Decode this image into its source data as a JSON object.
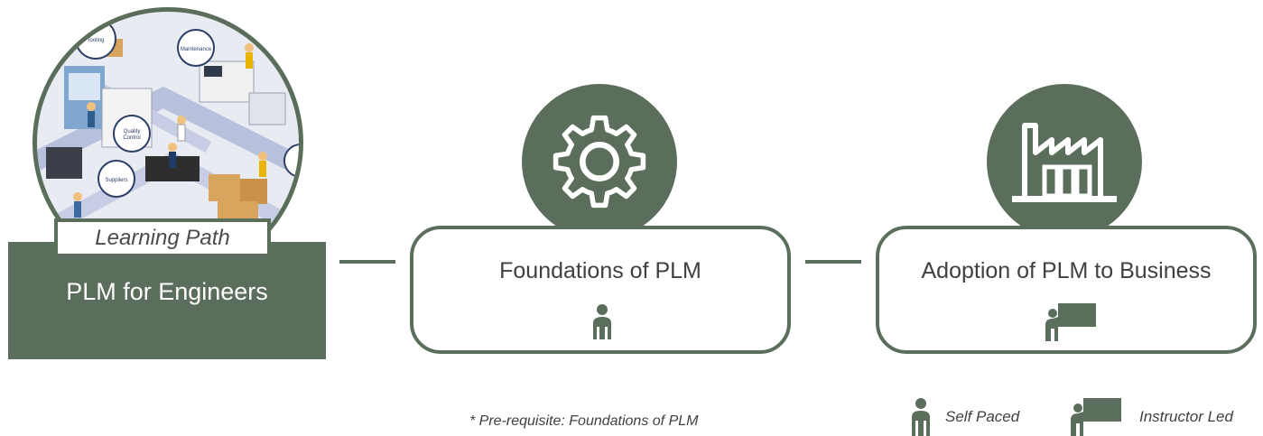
{
  "learning_path": {
    "tag": "Learning Path",
    "title": "PLM for Engineers",
    "illustration_labels": [
      "Tooling, Fixtures & Fixtures",
      "Maintenance",
      "Quality Control",
      "Suppliers"
    ]
  },
  "courses": [
    {
      "title": "Foundations of PLM",
      "mode_icon": "self-paced-person-icon"
    },
    {
      "title": "Adoption of PLM to Business",
      "mode_icon": "instructor-led-icon"
    }
  ],
  "course_icons": [
    "gear-icon",
    "factory-icon"
  ],
  "footnote": "* Pre-requisite: Foundations of PLM",
  "legend": [
    {
      "icon": "self-paced-person-icon",
      "label": "Self Paced"
    },
    {
      "icon": "instructor-led-icon",
      "label": "Instructor Led"
    }
  ],
  "colors": {
    "accent": "#5a6e5b",
    "text": "#404040",
    "background": "#ffffff"
  }
}
